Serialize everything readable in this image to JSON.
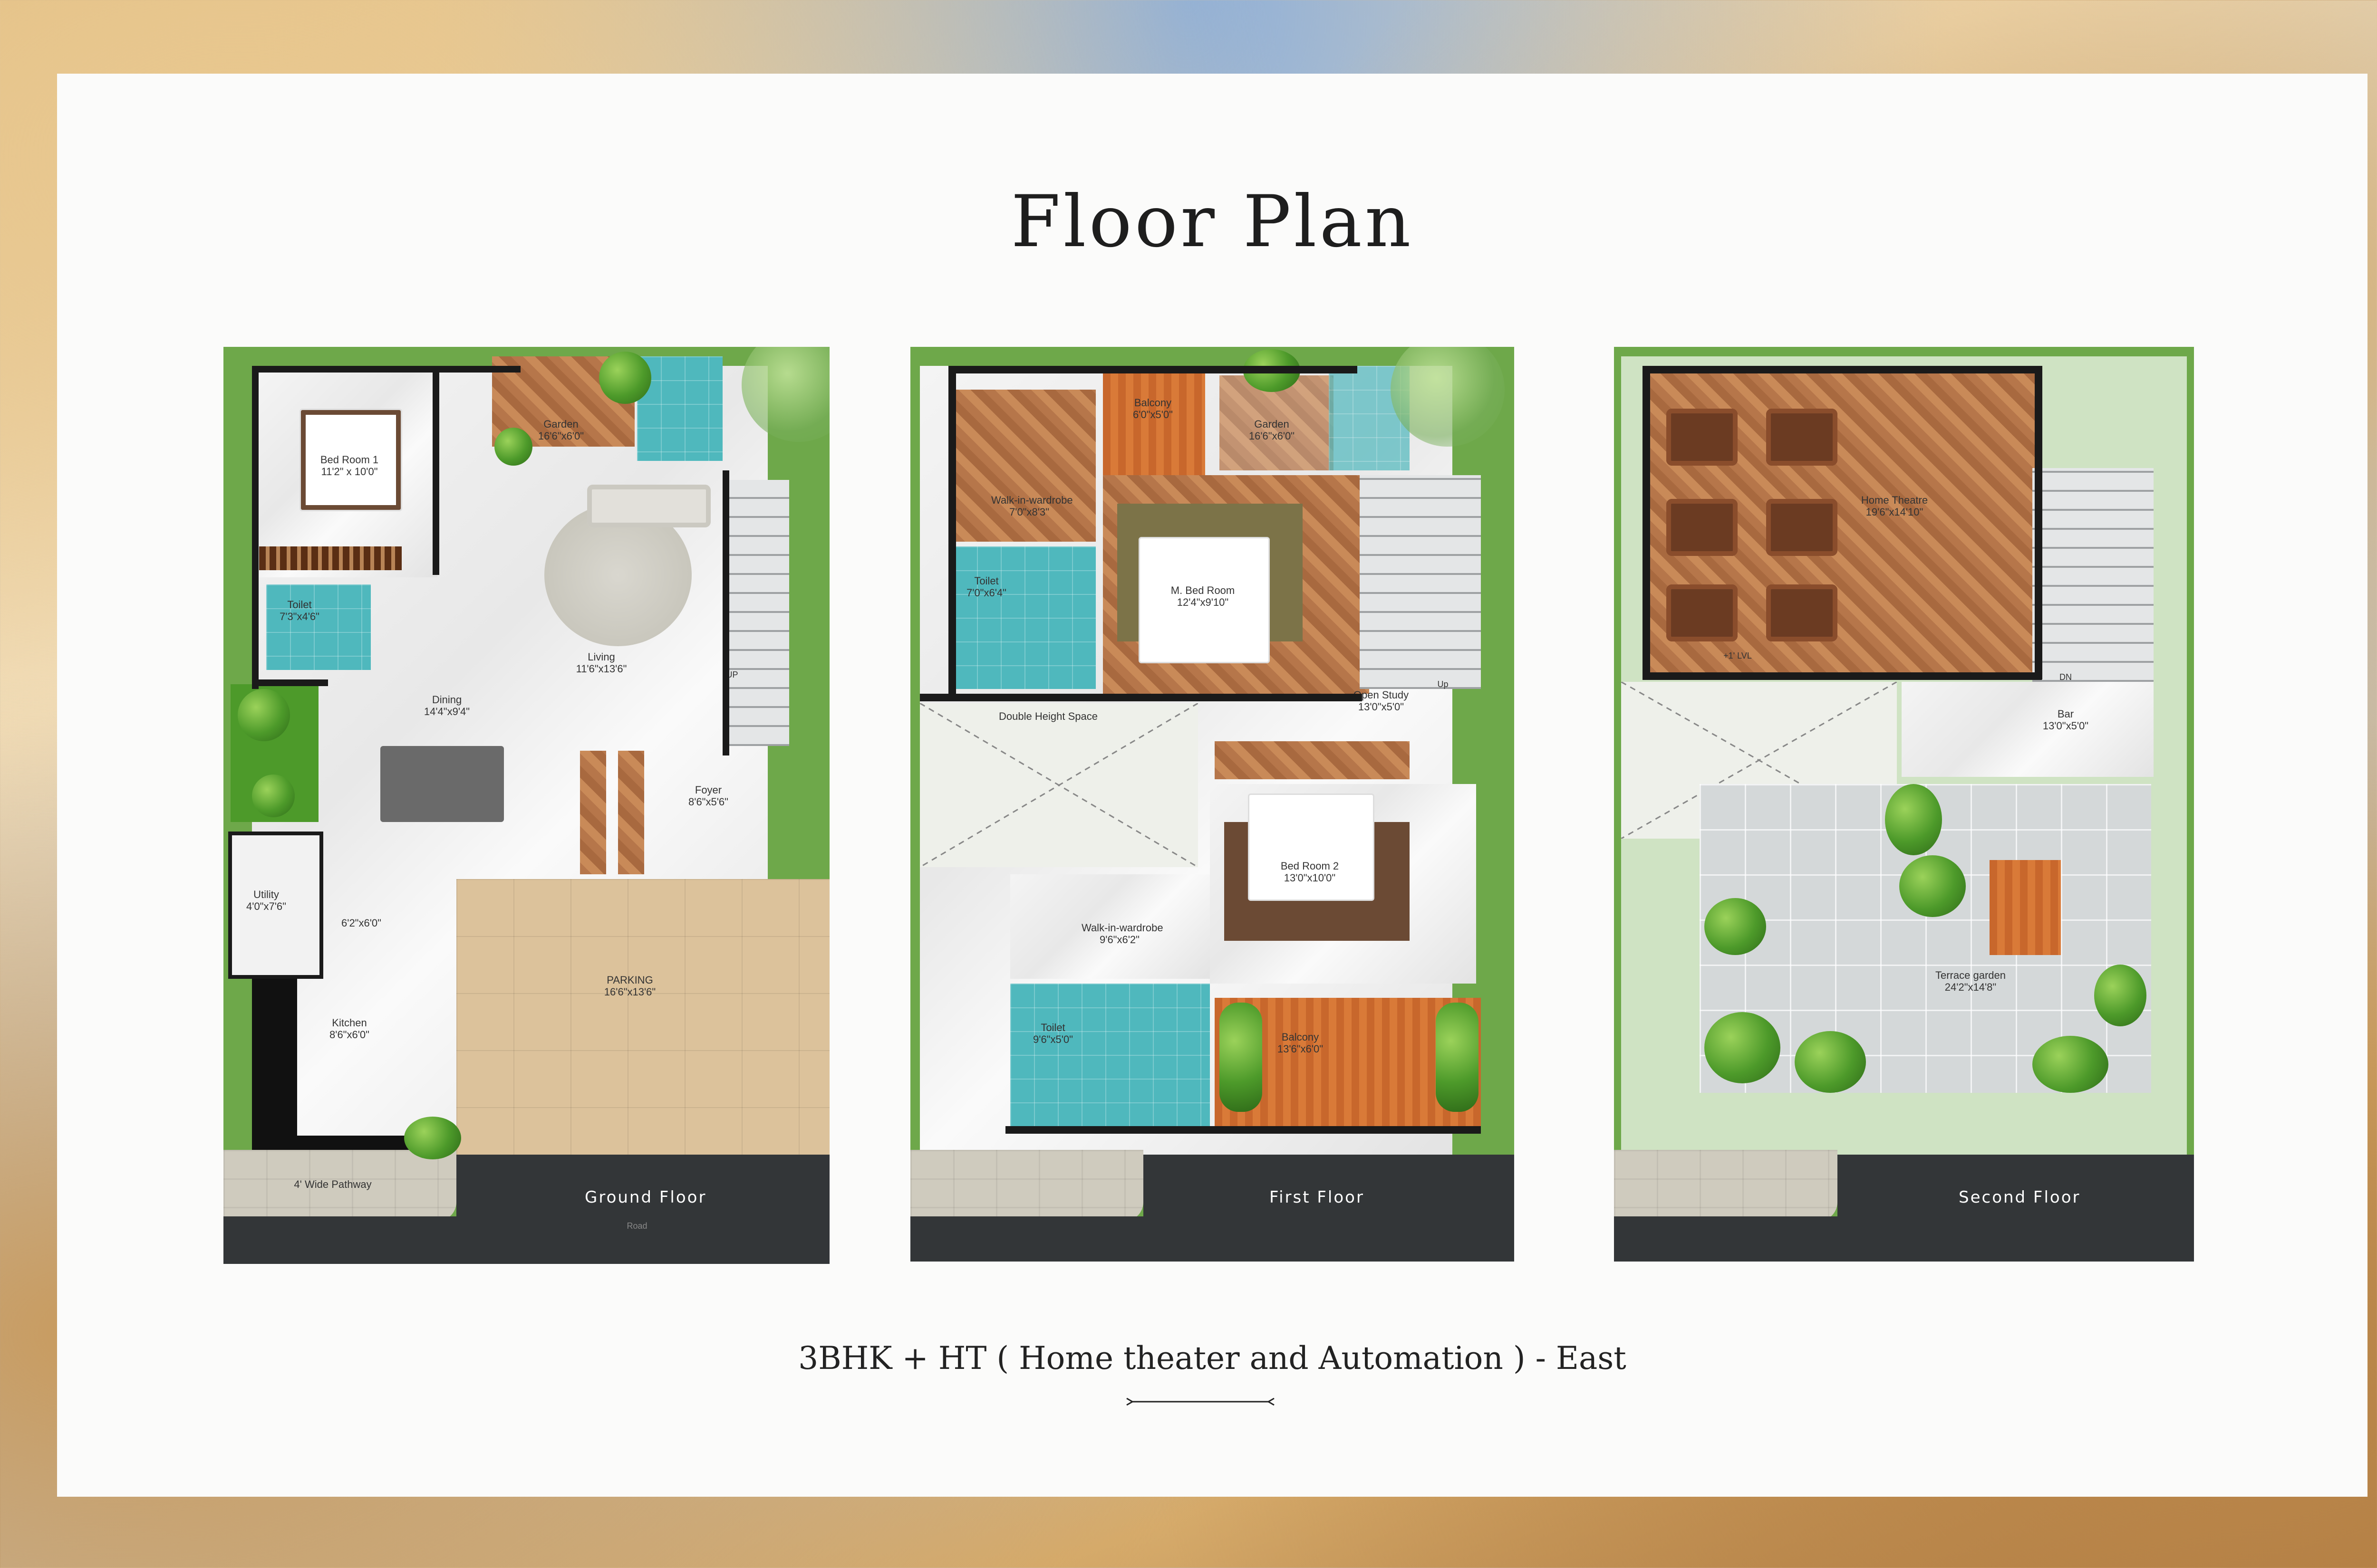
{
  "header": {
    "title": "Floor Plan"
  },
  "footer": {
    "subtitle": "3BHK + HT ( Home theater and Automation ) - East"
  },
  "ground_floor": {
    "name": "Ground Floor",
    "road": "Road",
    "rooms": {
      "bed_room_1": "Bed Room 1\n11'2\" x 10'0\"",
      "garden": "Garden\n16'6\"x6'0\"",
      "toilet": "Toilet\n7'3\"x4'6\"",
      "living": "Living\n11'6\"x13'6\"",
      "dining": "Dining\n14'4\"x9'4\"",
      "foyer": "Foyer\n8'6\"x5'6\"",
      "utility": "Utility\n4'0\"x7'6\"",
      "passage": "6'2\"x6'0\"",
      "kitchen": "Kitchen\n8'6\"x6'0\"",
      "parking": "PARKING\n16'6\"x13'6\"",
      "pathway": "4' Wide Pathway",
      "up": "UP"
    }
  },
  "first_floor": {
    "name": "First Floor",
    "rooms": {
      "balcony_top": "Balcony\n6'0\"x5'0\"",
      "garden": "Garden\n16'6\"x6'0\"",
      "walk_in_1": "Walk-in-wardrobe\n7'0\"x8'3\"",
      "toilet_1": "Toilet\n7'0\"x6'4\"",
      "m_bed_room": "M. Bed Room\n12'4\"x9'10\"",
      "up": "Up",
      "double_height": "Double Height Space",
      "open_study": "Open Study\n13'0\"x5'0\"",
      "bed_room_2": "Bed Room 2\n13'0\"x10'0\"",
      "walk_in_2": "Walk-in-wardrobe\n9'6\"x6'2\"",
      "toilet_2": "Toilet\n9'6\"x5'0\"",
      "balcony": "Balcony\n13'6\"x6'0\""
    }
  },
  "second_floor": {
    "name": "Second Floor",
    "rooms": {
      "home_theatre": "Home Theatre\n19'6\"x14'10\"",
      "level": "+1' LVL",
      "dn": "DN",
      "bar": "Bar\n13'0\"x5'0\"",
      "terrace_garden": "Terrace garden\n24'2\"x14'8\""
    }
  },
  "colors": {
    "accent_green": "#6ea84a",
    "road": "#333638",
    "wood": "#b6764a",
    "deck": "#c8672c",
    "water_tile": "#4fb8bd"
  }
}
